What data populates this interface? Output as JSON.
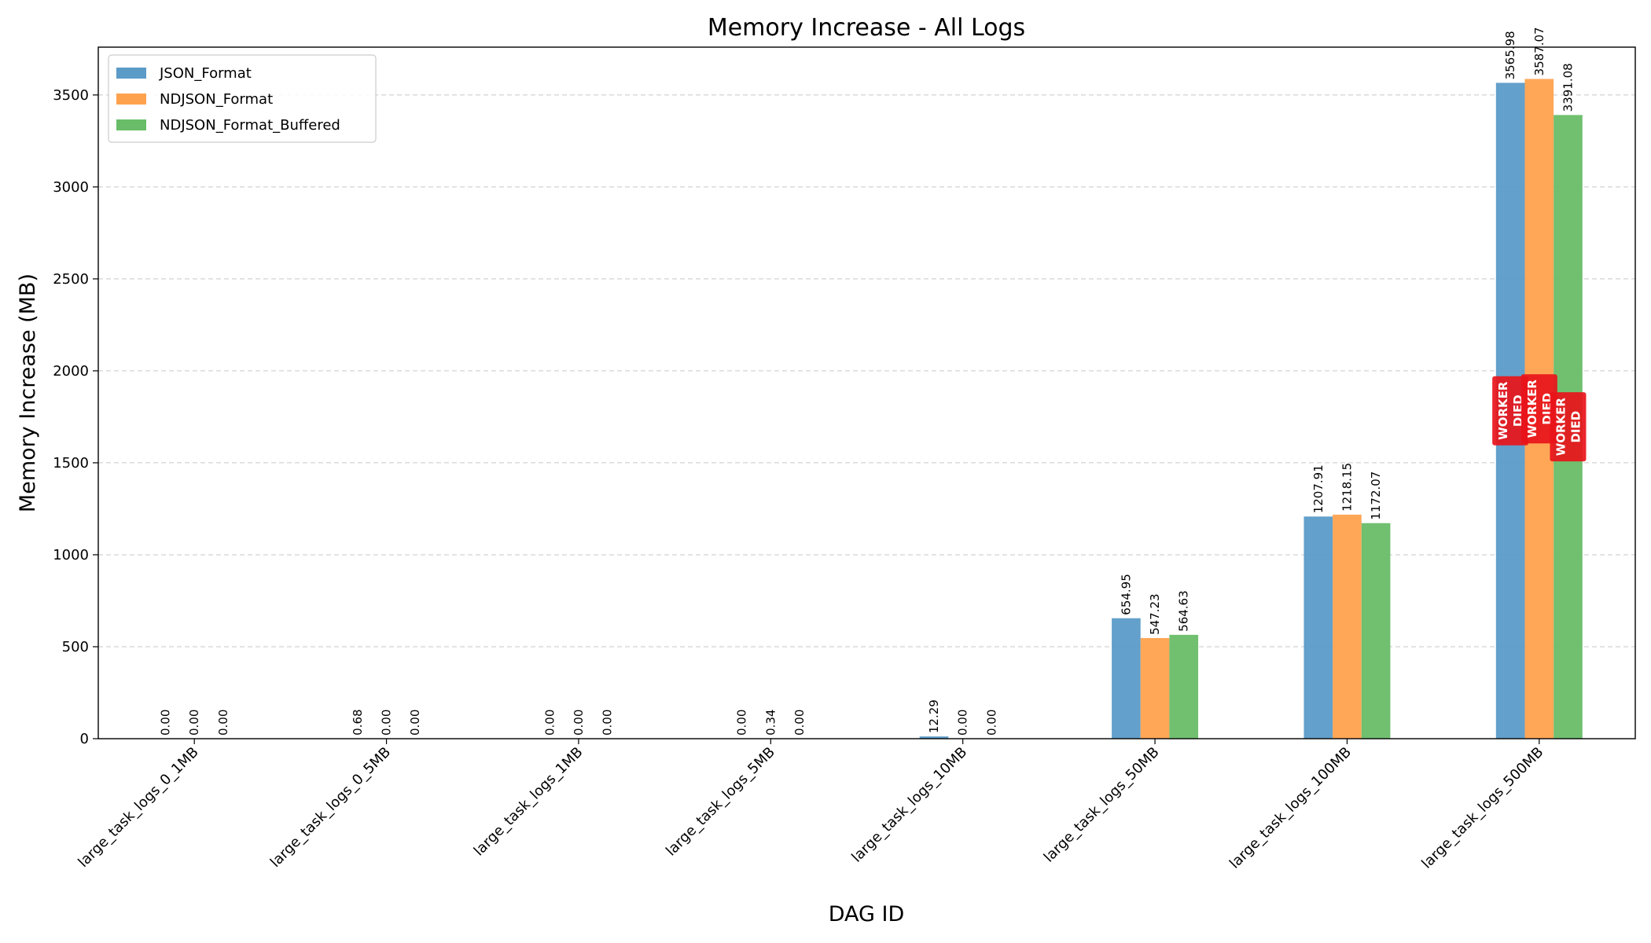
{
  "chart_data": {
    "type": "bar",
    "title": "Memory Increase - All Logs",
    "xlabel": "DAG ID",
    "ylabel": "Memory Increase (MB)",
    "ylim": [
      0,
      3760
    ],
    "yticks": [
      0,
      500,
      1000,
      1500,
      2000,
      2500,
      3000,
      3500
    ],
    "grid": "horizontal-dashed",
    "legend_position": "top-left",
    "categories": [
      "large_task_logs_0_1MB",
      "large_task_logs_0_5MB",
      "large_task_logs_1MB",
      "large_task_logs_5MB",
      "large_task_logs_10MB",
      "large_task_logs_50MB",
      "large_task_logs_100MB",
      "large_task_logs_500MB"
    ],
    "series": [
      {
        "name": "JSON_Format",
        "color": "#5b9bc8",
        "values": [
          0.0,
          0.68,
          0.0,
          0.0,
          12.29,
          654.95,
          1207.91,
          3565.98
        ],
        "labels": [
          "0.00",
          "0.68",
          "0.00",
          "0.00",
          "12.29",
          "654.95",
          "1207.91",
          "3565.98"
        ]
      },
      {
        "name": "NDJSON_Format",
        "color": "#ffa24e",
        "values": [
          0.0,
          0.0,
          0.0,
          0.34,
          0.0,
          547.23,
          1218.15,
          3587.07
        ],
        "labels": [
          "0.00",
          "0.00",
          "0.00",
          "0.34",
          "0.00",
          "547.23",
          "1218.15",
          "3587.07"
        ]
      },
      {
        "name": "NDJSON_Format_Buffered",
        "color": "#69bd68",
        "values": [
          0.0,
          0.0,
          0.0,
          0.0,
          0.0,
          564.63,
          1172.07,
          3391.08
        ],
        "labels": [
          "0.00",
          "0.00",
          "0.00",
          "0.00",
          "0.00",
          "564.63",
          "1172.07",
          "3391.08"
        ]
      }
    ],
    "annotations": [
      {
        "category": "large_task_logs_500MB",
        "series": "JSON_Format",
        "text": [
          "WORKER",
          "DIED"
        ],
        "y": 1782.99
      },
      {
        "category": "large_task_logs_500MB",
        "series": "NDJSON_Format",
        "text": [
          "WORKER",
          "DIED"
        ],
        "y": 1793.54
      },
      {
        "category": "large_task_logs_500MB",
        "series": "NDJSON_Format_Buffered",
        "text": [
          "WORKER",
          "DIED"
        ],
        "y": 1695.54
      }
    ],
    "annotation_color": "#e8141a"
  }
}
